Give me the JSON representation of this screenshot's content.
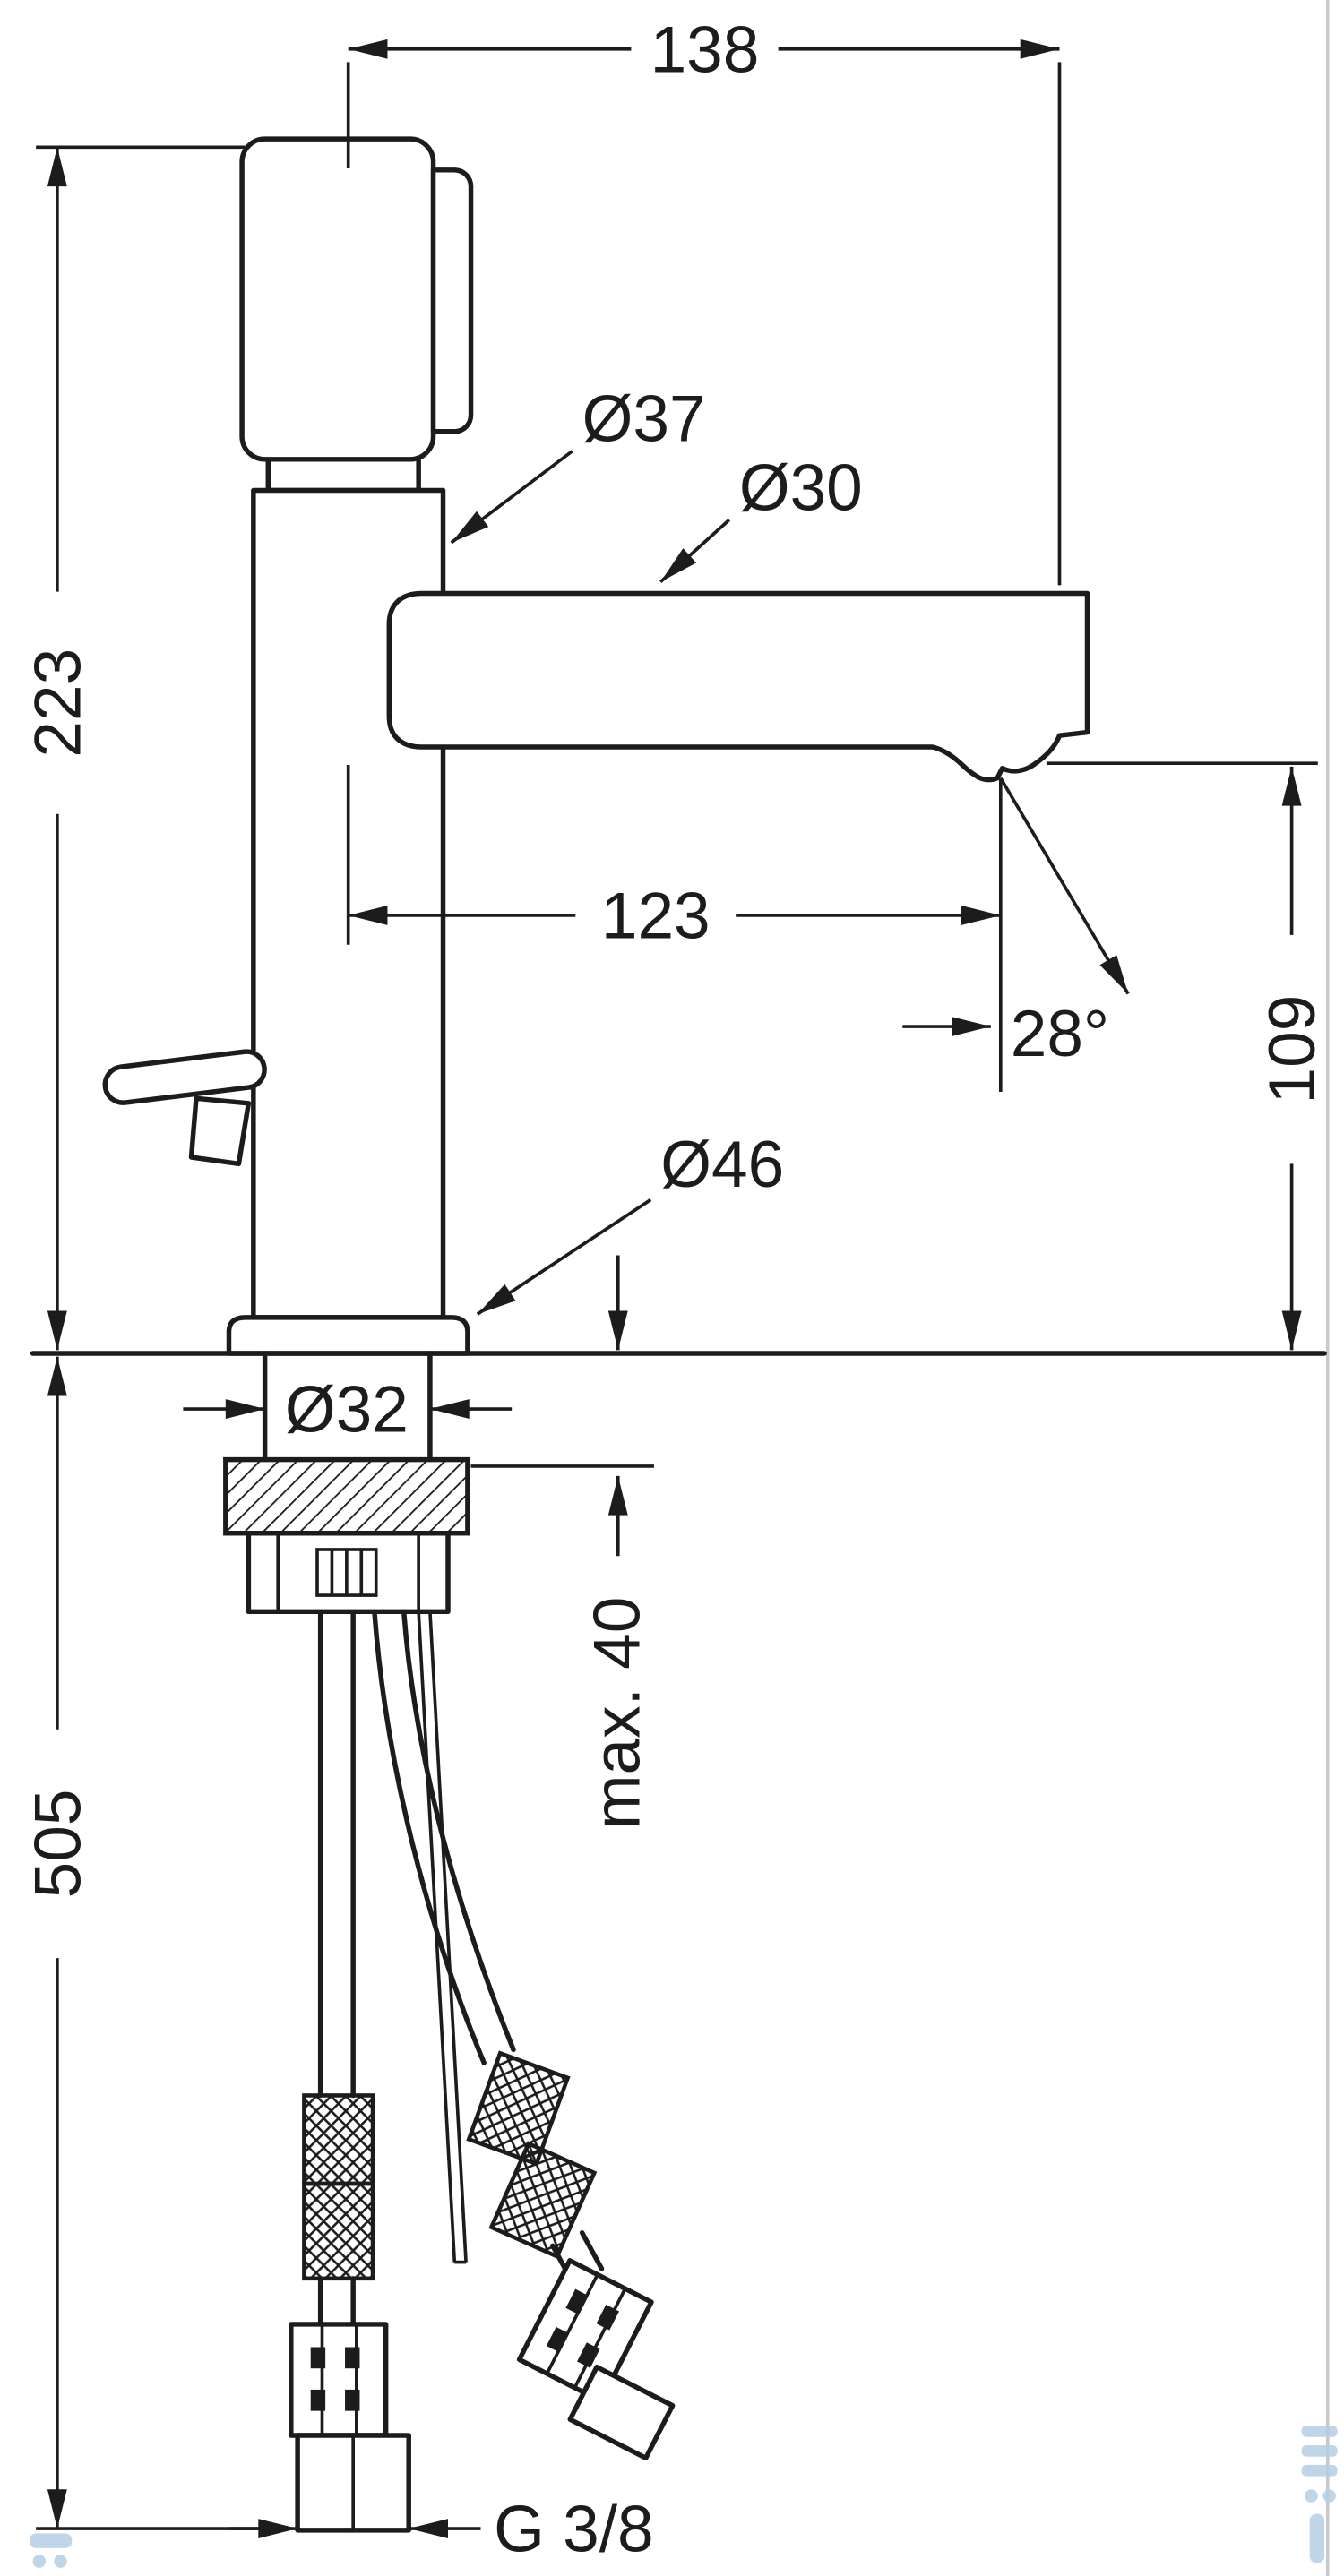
{
  "drawing": {
    "dimensions": {
      "spout_projection": "138",
      "body_diameter": "Ø37",
      "spout_diameter": "Ø30",
      "height_to_top": "223",
      "spout_reach": "123",
      "aerator_angle": "28°",
      "spout_height": "109",
      "base_diameter": "Ø46",
      "shank_diameter": "Ø32",
      "max_counter_thickness": "max. 40",
      "below_counter_length": "505",
      "connection_thread": "G 3/8"
    },
    "colors": {
      "line": "#1c1c1c",
      "background": "#ffffff",
      "watermark": "#b5cfe4",
      "page_border": "#c9c9c9"
    }
  }
}
